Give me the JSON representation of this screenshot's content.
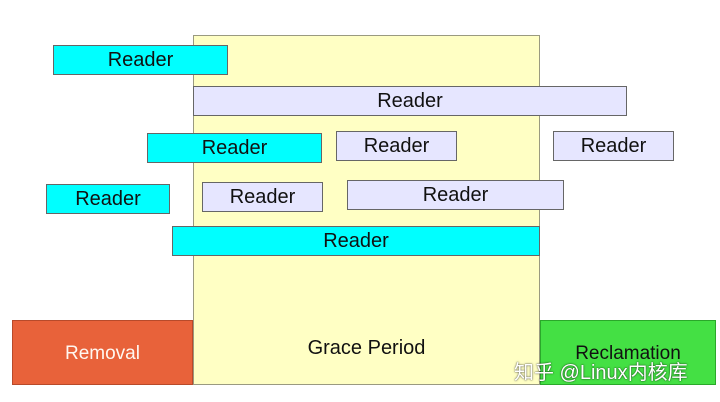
{
  "colors": {
    "grace_period": "#ffffc4",
    "removal": "#e8623a",
    "reclamation": "#44e044",
    "reader_highlight": "#00ffff",
    "reader_normal": "#e6e6ff"
  },
  "phases": {
    "removal": "Removal",
    "grace_period": "Grace Period",
    "reclamation": "Reclamation"
  },
  "readers": [
    {
      "label": "Reader",
      "color": "cyan"
    },
    {
      "label": "Reader",
      "color": "lavender"
    },
    {
      "label": "Reader",
      "color": "cyan"
    },
    {
      "label": "Reader",
      "color": "lavender"
    },
    {
      "label": "Reader",
      "color": "lavender"
    },
    {
      "label": "Reader",
      "color": "cyan"
    },
    {
      "label": "Reader",
      "color": "lavender"
    },
    {
      "label": "Reader",
      "color": "lavender"
    },
    {
      "label": "Reader",
      "color": "cyan"
    }
  ],
  "watermark": "知乎 @Linux内核库"
}
